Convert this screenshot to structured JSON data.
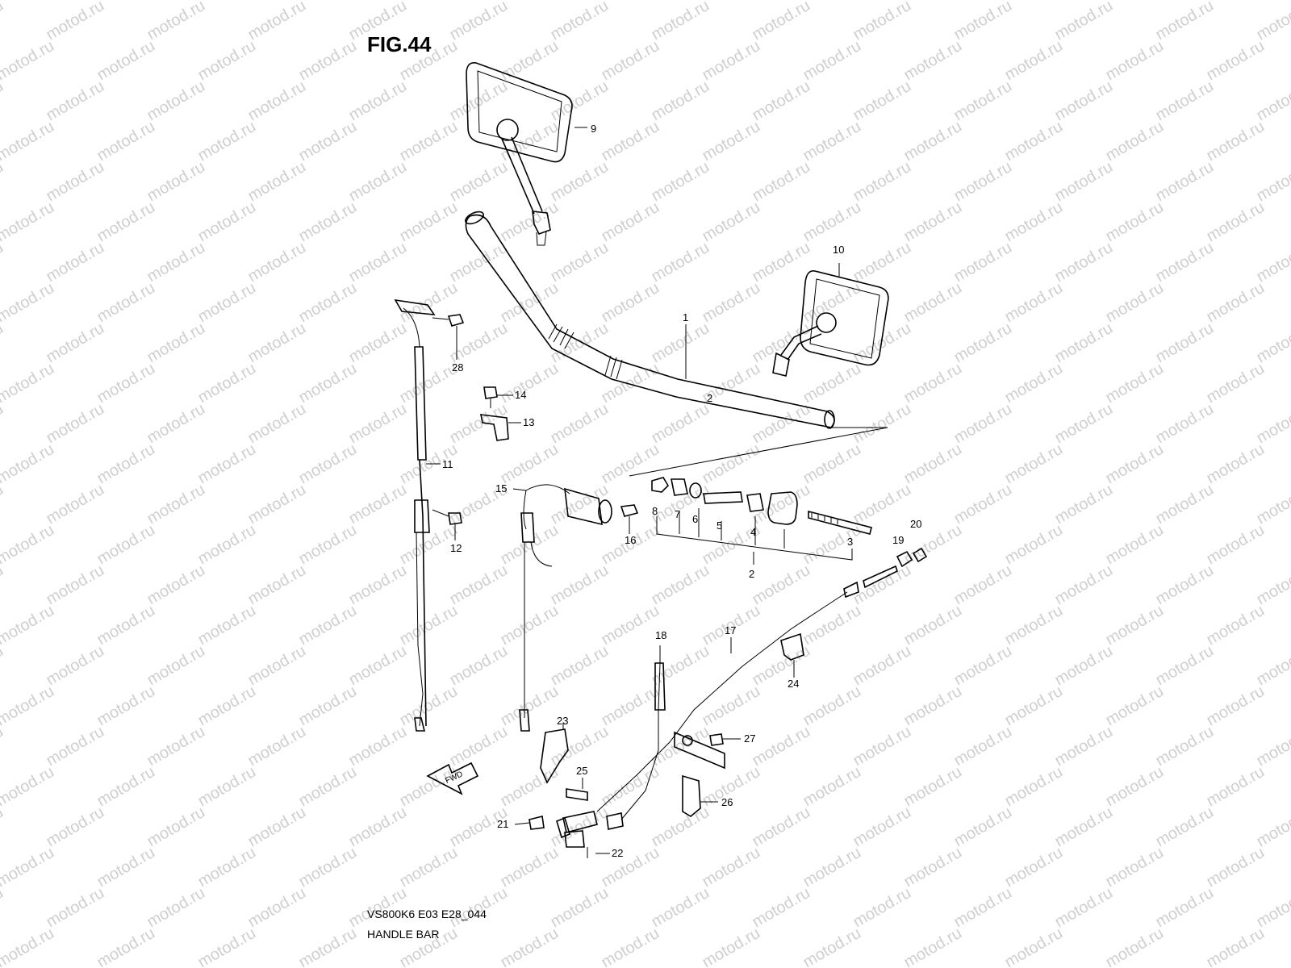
{
  "figure": {
    "title": "FIG.44",
    "code": "VS800K6 E03 E28_044",
    "name": "HANDLE BAR"
  },
  "watermark": {
    "text": "motod.ru",
    "color": "#cfcfcf"
  },
  "fwd_label": "FWD",
  "callouts": [
    {
      "id": "c1",
      "label": "1"
    },
    {
      "id": "c2",
      "label": "2"
    },
    {
      "id": "c2b",
      "label": "2"
    },
    {
      "id": "c3",
      "label": "3"
    },
    {
      "id": "c4",
      "label": "4"
    },
    {
      "id": "c5",
      "label": "5"
    },
    {
      "id": "c6",
      "label": "6"
    },
    {
      "id": "c7",
      "label": "7"
    },
    {
      "id": "c8",
      "label": "8"
    },
    {
      "id": "c9",
      "label": "9"
    },
    {
      "id": "c10",
      "label": "10"
    },
    {
      "id": "c11",
      "label": "11"
    },
    {
      "id": "c12",
      "label": "12"
    },
    {
      "id": "c13",
      "label": "13"
    },
    {
      "id": "c14",
      "label": "14"
    },
    {
      "id": "c15",
      "label": "15"
    },
    {
      "id": "c16",
      "label": "16"
    },
    {
      "id": "c17",
      "label": "17"
    },
    {
      "id": "c18",
      "label": "18"
    },
    {
      "id": "c19",
      "label": "19"
    },
    {
      "id": "c20",
      "label": "20"
    },
    {
      "id": "c21",
      "label": "21"
    },
    {
      "id": "c22",
      "label": "22"
    },
    {
      "id": "c23",
      "label": "23"
    },
    {
      "id": "c24",
      "label": "24"
    },
    {
      "id": "c25",
      "label": "25"
    },
    {
      "id": "c26",
      "label": "26"
    },
    {
      "id": "c27",
      "label": "27"
    },
    {
      "id": "c28",
      "label": "28"
    }
  ]
}
